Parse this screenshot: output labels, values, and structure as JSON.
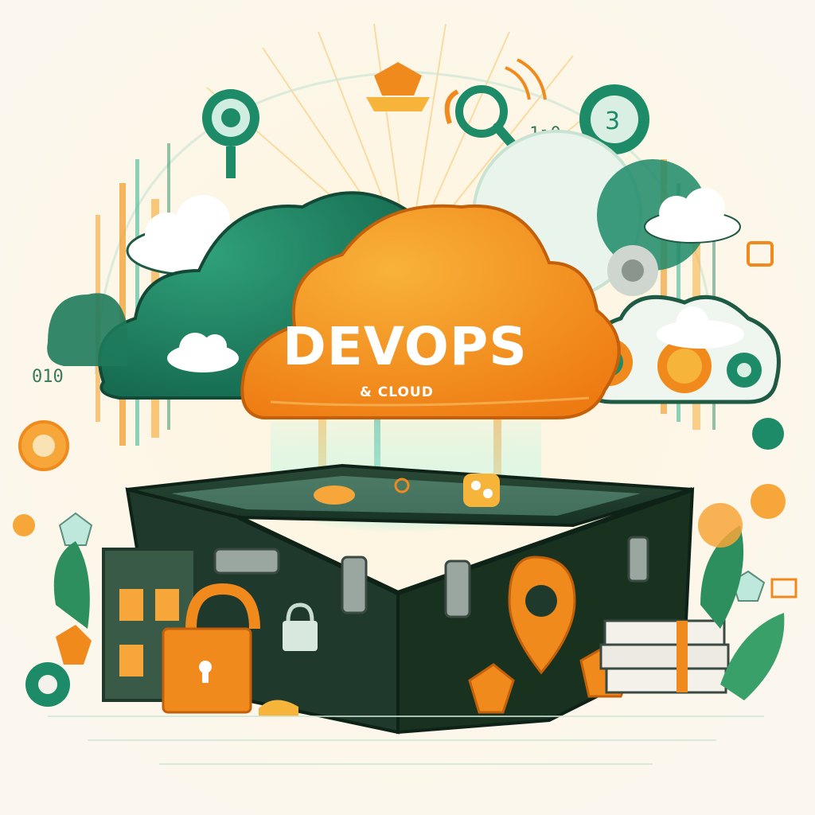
{
  "title": "DEVOPS",
  "subtitle": "& CLOUD",
  "binary_left": "010",
  "binary_right": "1ı0",
  "colors": {
    "orange": "#f08a1c",
    "orange_light": "#f7b43a",
    "green_dark": "#1f5a45",
    "green": "#1d8a68",
    "teal": "#3fb59a",
    "background": "#fbf7ee"
  },
  "icons": [
    "cloud-icon",
    "gear-icon",
    "padlock-icon",
    "location-pin-icon",
    "magnifier-icon",
    "gem-icon",
    "chest-icon",
    "document-stack-icon",
    "server-icon",
    "leaf-icon"
  ]
}
